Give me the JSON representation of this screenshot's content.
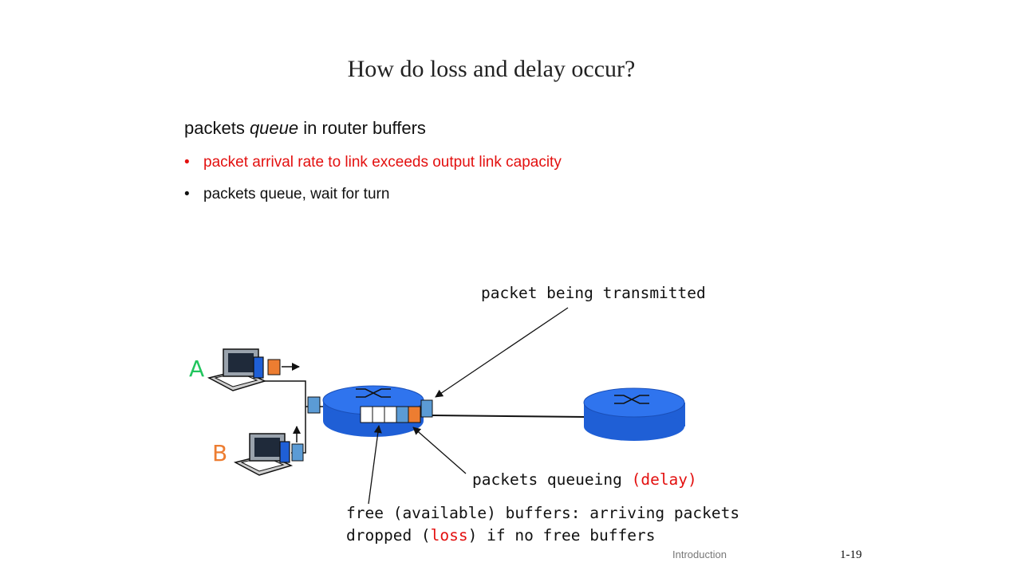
{
  "slide": {
    "title": "How do loss and delay occur?",
    "lead_pre": "packets ",
    "lead_em": "queue",
    "lead_post": " in router buffers",
    "bullets": [
      "packet arrival rate to link exceeds output link capacity",
      "packets queue, wait for turn"
    ]
  },
  "diagram": {
    "host_a": "A",
    "host_b": "B",
    "label_transmitted": "packet being transmitted",
    "label_queueing_pre": "packets queueing ",
    "label_queueing_red": "(delay)",
    "label_free_line1": "free (available) buffers: arriving packets",
    "label_free_line2_pre": "dropped (",
    "label_free_line2_red": "loss",
    "label_free_line2_post": ") if no free buffers"
  },
  "colors": {
    "router": "#1f5fd6",
    "packet_blue": "#5b9bd5",
    "packet_orange": "#ed7d31",
    "host_a": "#22c55e",
    "host_b": "#ed7d31",
    "alert": "#e3100f"
  },
  "footer": {
    "section": "Introduction",
    "page": "1-19"
  }
}
